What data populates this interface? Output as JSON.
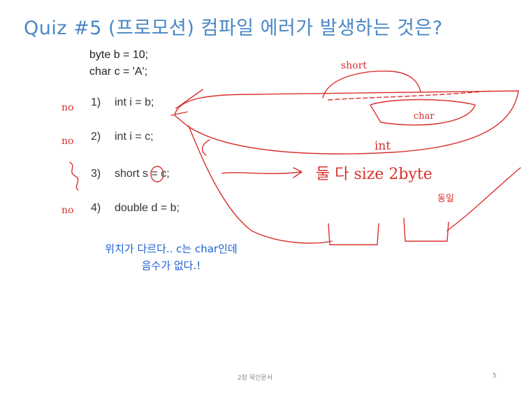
{
  "title": "Quiz #5  (프로모션) 컴파일 에러가 발생하는 것은?",
  "declarations": [
    "byte b = 10;",
    "char c = 'A';"
  ],
  "options": [
    {
      "num": "1)",
      "code": "int i = b;"
    },
    {
      "num": "2)",
      "code": "int i = c;"
    },
    {
      "num": "3)",
      "code": "short s = c;"
    },
    {
      "num": "4)",
      "code": "double d = b;"
    }
  ],
  "note": {
    "line1": "위치가 다르다.. c는 char인데",
    "line2": "음수가 없다.!"
  },
  "footer": {
    "center": "2장 묵인문서",
    "page": "5"
  },
  "handwriting": {
    "marks": [
      "no",
      "no",
      "no"
    ],
    "short_label": "short",
    "char_label": "char",
    "int_label": "int",
    "size_note": "둘 다 size 2byte",
    "same_note": "동일"
  },
  "colors": {
    "title": "#4a86c5",
    "ink": "#d9302c",
    "note": "#1f5fd6"
  }
}
